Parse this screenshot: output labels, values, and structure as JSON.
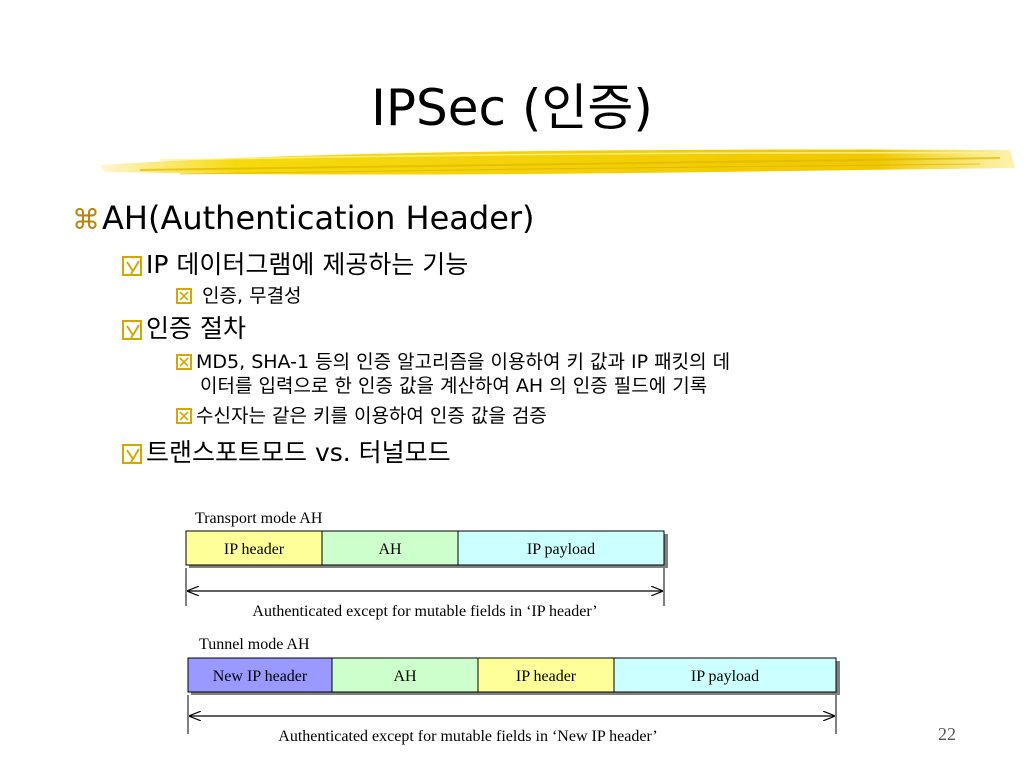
{
  "title": "IPSec (인증)",
  "bullets": {
    "l1_glyph": "⌘",
    "ah": "AH(Authentication Header)",
    "ip_func": "IP 데이터그램에 제공하는 기능",
    "auth_integrity": "인증, 무결성",
    "auth_proc": "인증 절차",
    "md5_line1": "MD5, SHA-1 등의 인증 알고리즘을 이용하여 키 값과 IP 패킷의 데",
    "md5_line2": "이터를 입력으로 한 인증 값을 계산하여 AH 의 인증 필드에 기록",
    "receiver": "수신자는 같은 키를 이용하여 인증 값을 검증",
    "modes": "트랜스포트모드 vs. 터널모드"
  },
  "transport": {
    "label": "Transport mode AH",
    "segments": [
      {
        "label": "IP header",
        "color": "#ffff99"
      },
      {
        "label": "AH",
        "color": "#ccffcc"
      },
      {
        "label": "IP payload",
        "color": "#ccffff"
      }
    ],
    "caption": "Authenticated except for mutable fields in ‘IP header’"
  },
  "tunnel": {
    "label": "Tunnel mode AH",
    "segments": [
      {
        "label": "New IP header",
        "color": "#9999ff"
      },
      {
        "label": "AH",
        "color": "#ccffcc"
      },
      {
        "label": "IP header",
        "color": "#ffff99"
      },
      {
        "label": "IP payload",
        "color": "#ccffff"
      }
    ],
    "caption": "Authenticated except for mutable fields in ‘New IP header’"
  },
  "page_number": "22",
  "colors": {
    "brush": "#f5d800",
    "icon": "#d4a800"
  }
}
